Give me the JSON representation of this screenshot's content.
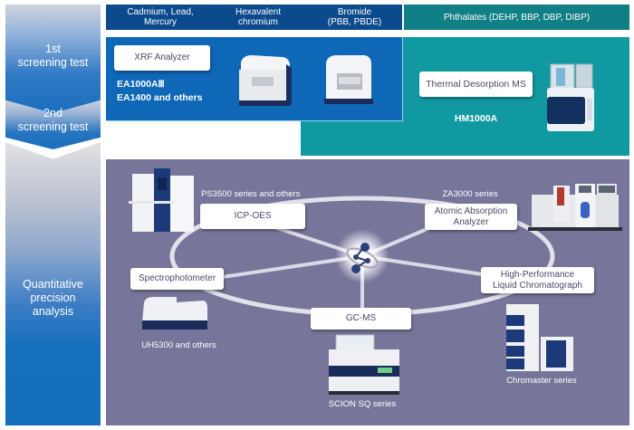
{
  "steps": [
    {
      "label": "1st\nscreening test",
      "line1": "1st",
      "line2": "screening test"
    },
    {
      "label": "2nd\nscreening test",
      "line1": "2nd",
      "line2": "screening test"
    },
    {
      "label": "Quantitative precision analysis",
      "line1": "Quantitative",
      "line2": "precision",
      "line3": "analysis"
    }
  ],
  "header": {
    "cols": [
      {
        "line1": "Cadmium, Lead,",
        "line2": "Mercury"
      },
      {
        "line1": "Hexavalent",
        "line2": "chromium"
      },
      {
        "line1": "Bromide",
        "line2": "(PBB, PBDE)"
      },
      {
        "line1": "Phthalates (DEHP, BBP, DBP, DIBP)"
      }
    ]
  },
  "screening1": {
    "label": "XRF Analyzer",
    "models": [
      "EA1000AⅢ",
      "EA1400 and others"
    ]
  },
  "screening2": {
    "label": "Thermal Desorption MS",
    "model": "HM1000A"
  },
  "quantitative": {
    "center_icon": "molecule-icon",
    "nodes": [
      {
        "label": "ICP-OES",
        "model": "PS3500 series and others"
      },
      {
        "label_line1": "Atomic Absorption",
        "label_line2": "Analyzer",
        "model": "ZA3000 series"
      },
      {
        "label": "Spectrophotometer",
        "model": "UH5300 and others"
      },
      {
        "label_line1": "High-Performance",
        "label_line2": "Liquid Chromatograph",
        "model": "Chromaster series"
      },
      {
        "label": "GC-MS",
        "model": "SCION SQ series"
      }
    ]
  },
  "colors": {
    "header_blue": "#0b4a8c",
    "header_teal": "#107f86",
    "xrf_blue": "#0f67b7",
    "teal": "#1199a1",
    "purple": "#77759a",
    "step_blue": "#146eba"
  }
}
